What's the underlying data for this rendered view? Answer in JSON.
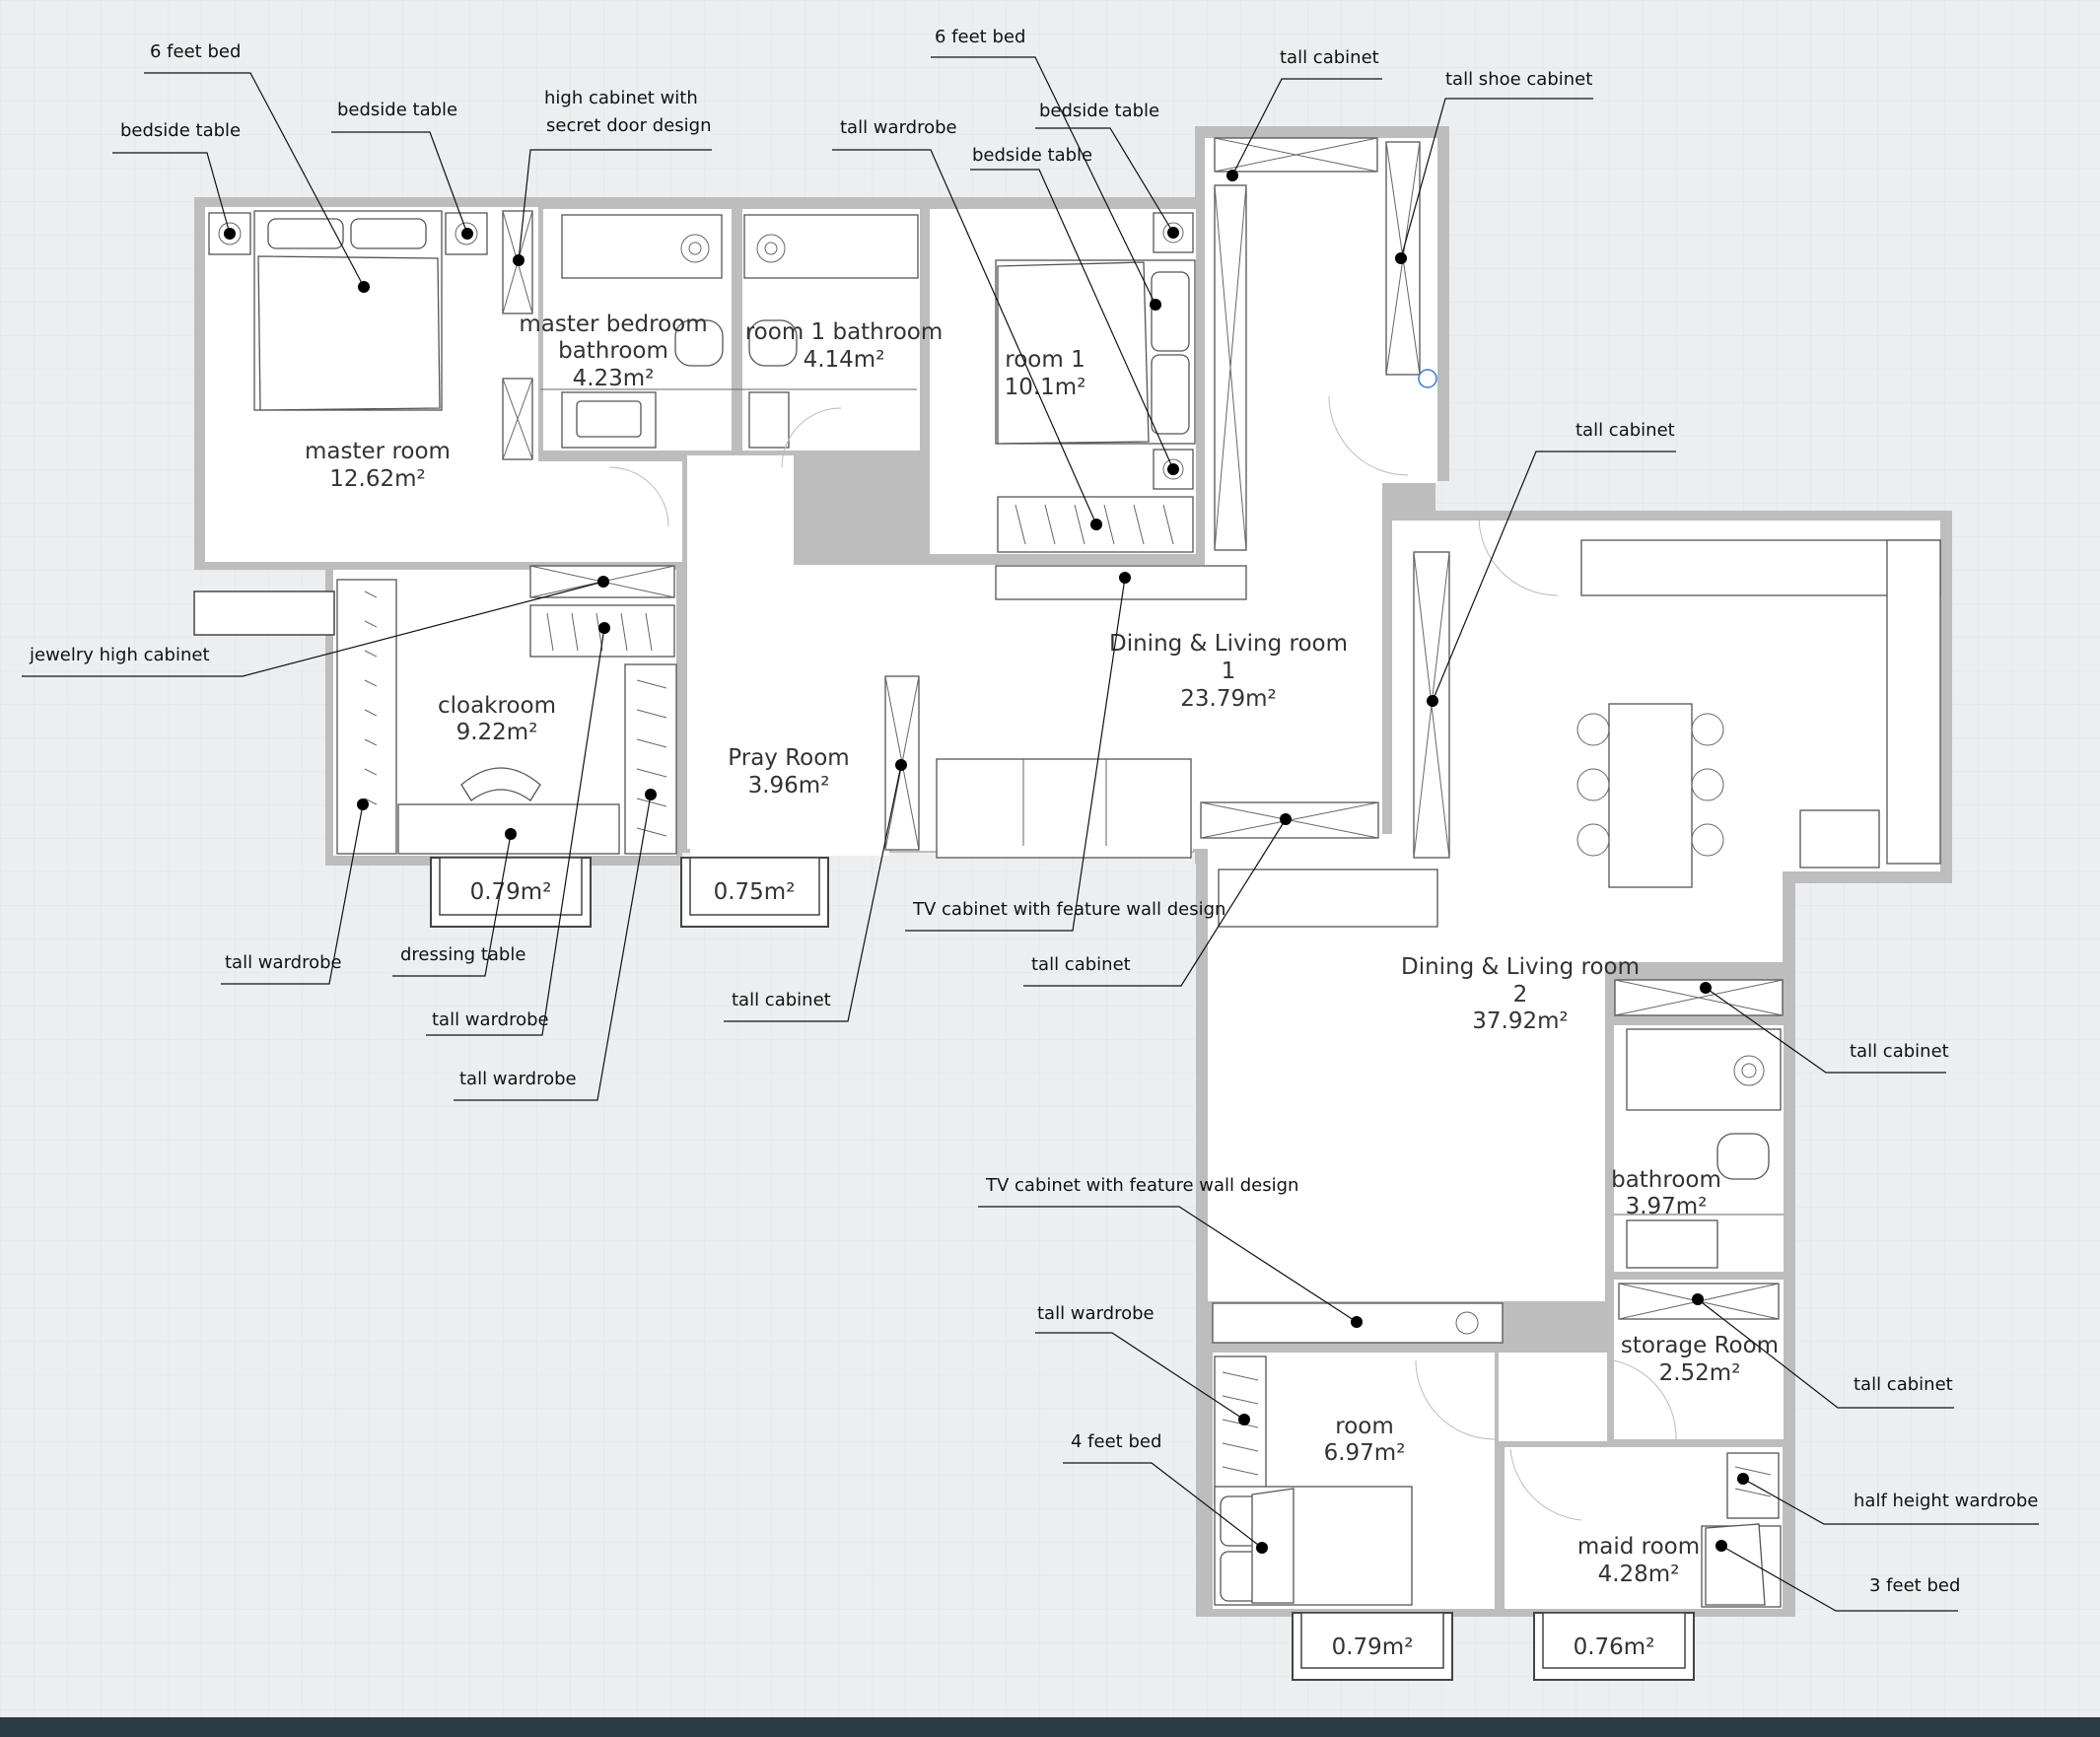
{
  "rooms": {
    "master_room": {
      "name": "master room",
      "area": "12.62m²"
    },
    "master_bathroom": {
      "name_1": "master bedroom",
      "name_2": "bathroom",
      "area": "4.23m²"
    },
    "room1_bathroom": {
      "name": "room 1 bathroom",
      "area": "4.14m²"
    },
    "room1": {
      "name": "room 1",
      "area": "10.1m²"
    },
    "cloakroom": {
      "name": "cloakroom",
      "area": "9.22m²"
    },
    "pray_room": {
      "name": "Pray Room",
      "area": "3.96m²"
    },
    "dining_living_1": {
      "name_1": "Dining & Living room",
      "name_2": "1",
      "area": "23.79m²"
    },
    "dining_living_2": {
      "name_1": "Dining & Living room",
      "name_2": "2",
      "area": "37.92m²"
    },
    "bathroom": {
      "name": "bathroom",
      "area": "3.97m²"
    },
    "storage_room": {
      "name": "storage Room",
      "area": "2.52m²"
    },
    "room": {
      "name": "room",
      "area": "6.97m²"
    },
    "maid_room": {
      "name": "maid room",
      "area": "4.28m²"
    }
  },
  "balconies": {
    "cloakroom_balcony": "0.79m²",
    "pray_balcony": "0.75m²",
    "room_balcony": "0.79m²",
    "maid_balcony": "0.76m²"
  },
  "callouts": {
    "bed_6ft_master": "6 feet bed",
    "bedside_master_left": "bedside table",
    "bedside_master_right": "bedside table",
    "high_cabinet_line1": "high cabinet with",
    "high_cabinet_line2": "secret door design",
    "bed_6ft_room1": "6 feet bed",
    "tall_wardrobe_room1": "tall wardrobe",
    "bedside_room1_top": "bedside table",
    "bedside_room1_bottom": "bedside table",
    "tall_cabinet_top": "tall cabinet",
    "tall_shoe_cabinet": "tall shoe cabinet",
    "tall_cabinet_kitchen": "tall cabinet",
    "jewelry_high_cabinet": "jewelry high cabinet",
    "tall_wardrobe_cloak_left": "tall wardrobe",
    "dressing_table": "dressing table",
    "tall_wardrobe_cloak_mid": "tall wardrobe",
    "tall_wardrobe_cloak_right": "tall wardrobe",
    "tall_cabinet_pray": "tall cabinet",
    "tv_cabinet_1": "TV cabinet with feature wall design",
    "tall_cabinet_living": "tall cabinet",
    "tall_cabinet_bath": "tall cabinet",
    "tv_cabinet_2": "TV cabinet with feature wall design",
    "tall_wardrobe_room": "tall wardrobe",
    "bed_4ft": "4 feet bed",
    "tall_cabinet_storage": "tall cabinet",
    "half_height_wardrobe": "half height wardrobe",
    "bed_3ft": "3 feet bed"
  }
}
